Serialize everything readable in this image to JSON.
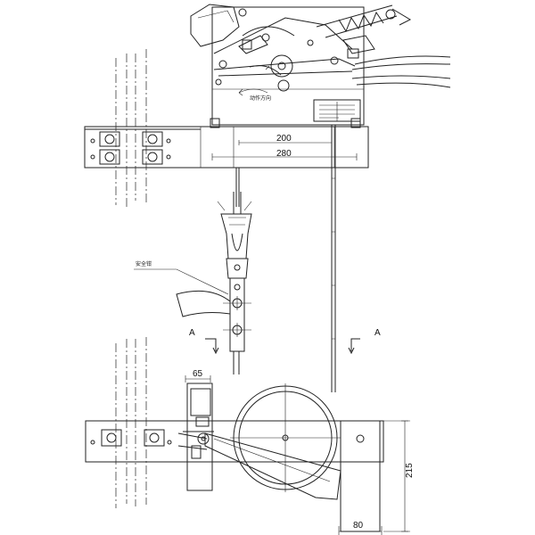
{
  "drawing": {
    "dimensions": {
      "top_inner_width": "200",
      "top_outer_width": "280",
      "bracket_offset": "65",
      "bottom_width": "80",
      "bottom_height": "215"
    },
    "section_marks": {
      "left": "A",
      "right": "A"
    },
    "callouts": {
      "rope_label": "安全钳",
      "direction_label": "动作方向"
    }
  }
}
